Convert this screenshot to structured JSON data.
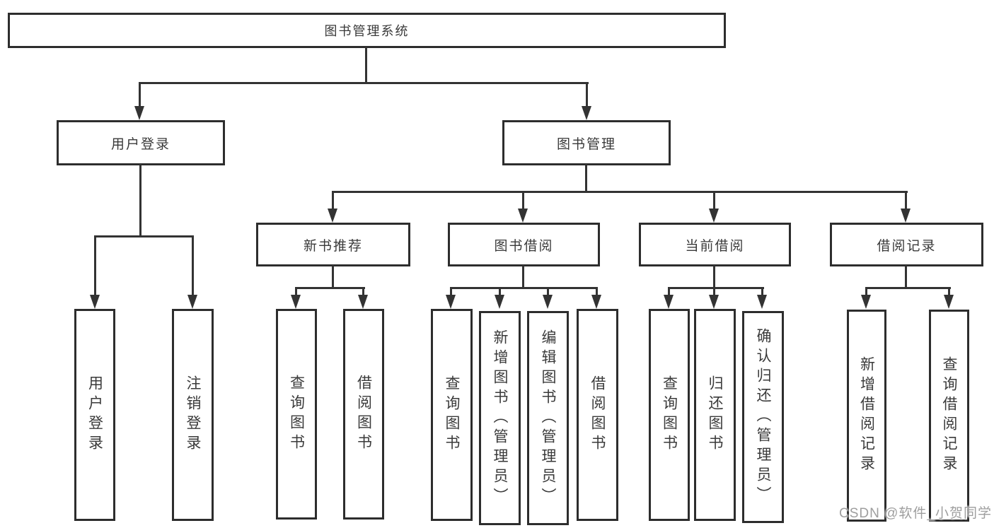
{
  "nodes": {
    "root": {
      "label": "图书管理系统"
    },
    "user_login": {
      "label": "用户登录"
    },
    "book_management": {
      "label": "图书管理"
    },
    "new_book_recommend": {
      "label": "新书推荐"
    },
    "book_borrowing": {
      "label": "图书借阅"
    },
    "current_borrowing": {
      "label": "当前借阅"
    },
    "borrowing_records": {
      "label": "借阅记录"
    },
    "leaf_user_login": {
      "label": "用户登录"
    },
    "leaf_logout": {
      "label": "注销登录"
    },
    "nbr_query_books": {
      "label": "查询图书"
    },
    "nbr_borrow_books": {
      "label": "借阅图书"
    },
    "bb_query_books": {
      "label": "查询图书"
    },
    "bb_add_books": {
      "label": "新增图书（管理员）"
    },
    "bb_edit_books": {
      "label": "编辑图书（管理员）"
    },
    "bb_borrow_books": {
      "label": "借阅图书"
    },
    "cb_query_books": {
      "label": "查询图书"
    },
    "cb_return_books": {
      "label": "归还图书"
    },
    "cb_confirm_return": {
      "label": "确认归还（管理员）"
    },
    "br_add_record": {
      "label": "新增借阅记录"
    },
    "br_query_record": {
      "label": "查询借阅记录"
    }
  },
  "structure": {
    "图书管理系统": {
      "用户登录": [
        "用户登录",
        "注销登录"
      ],
      "图书管理": {
        "新书推荐": [
          "查询图书",
          "借阅图书"
        ],
        "图书借阅": [
          "查询图书",
          "新增图书（管理员）",
          "编辑图书（管理员）",
          "借阅图书"
        ],
        "当前借阅": [
          "查询图书",
          "归还图书",
          "确认归还（管理员）"
        ],
        "借阅记录": [
          "新增借阅记录",
          "查询借阅记录"
        ]
      }
    }
  },
  "watermark": {
    "text": "CSDN @软件_小贺同学"
  },
  "colors": {
    "line": "#333333",
    "box_border": "#2d2d2d",
    "text": "#3a3a3a",
    "watermark": "#9e9e9e",
    "background": "#ffffff"
  }
}
